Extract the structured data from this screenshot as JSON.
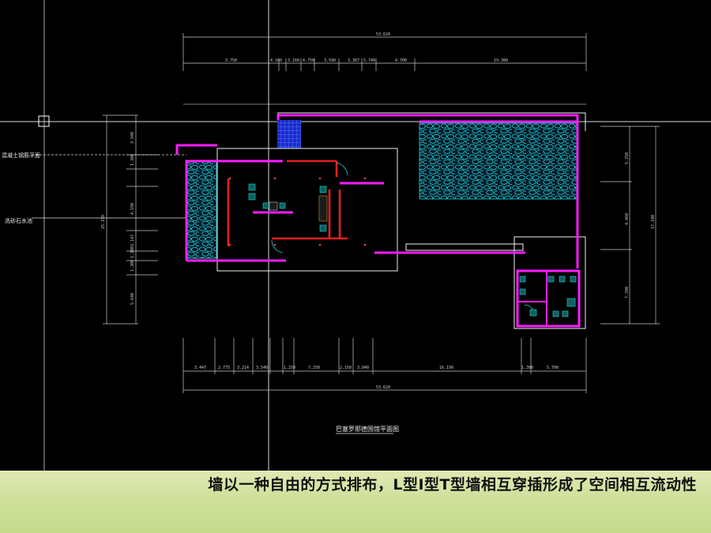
{
  "drawing": {
    "plan_title": "巴塞罗那德国馆平面图",
    "label_left_top": "混凝土钢筋平面",
    "label_left_mid": "洗砂石水池",
    "top_overall_dim": "53.620",
    "top_segment_dims": [
      "3.750",
      "4.160",
      "3.160",
      "4.750",
      "3.590",
      "3.367",
      "5.740",
      "4.700",
      "19.380"
    ],
    "bottom_overall_dim": "53.620",
    "bottom_segment_dims": [
      "3.447",
      "2.775",
      "3.214",
      "3.540",
      "1.250",
      "7.250",
      "2.150",
      "3.940",
      "16.190",
      "1.300",
      "5.700"
    ],
    "left_overall_dim": "25.190",
    "left_segment_dims": [
      "3.940",
      "1.300",
      "4.590",
      "3.147",
      "1.200",
      "1.300",
      "5.640"
    ],
    "right_overall_dim": "17.100",
    "right_segment_dims": [
      "5.250",
      "4.460",
      "7.390"
    ],
    "colors": {
      "wall_magenta": "#ff1dff",
      "wall_red": "#e6201a",
      "outline_white": "#f2f2f2",
      "pool_cyan": "#18d6e0",
      "dimension_gray": "#c8c8c8",
      "water_blue": "#2433c9"
    }
  },
  "caption": {
    "text": "墙以一种自由的方式排布，L型I型T型墙相互穿插形成了空间相互流动性"
  }
}
